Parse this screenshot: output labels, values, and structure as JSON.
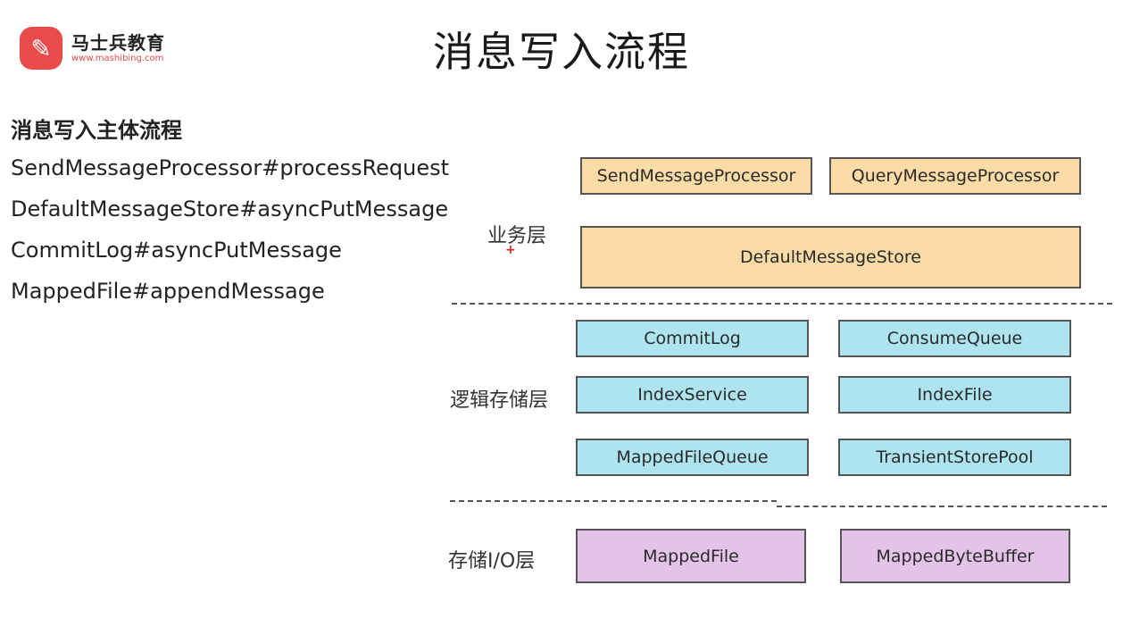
{
  "logo": {
    "mark": "✎",
    "name": "马士兵教育",
    "url": "www.mashibing.com"
  },
  "title": "消息写入流程",
  "flow": {
    "heading": "消息写入主体流程",
    "items": [
      "SendMessageProcessor#processRequest",
      "DefaultMessageStore#asyncPutMessage",
      "CommitLog#asyncPutMessage",
      "MappedFile#appendMessage"
    ]
  },
  "layers": {
    "business": {
      "label": "业务层",
      "boxes": [
        "SendMessageProcessor",
        "QueryMessageProcessor",
        "DefaultMessageStore"
      ]
    },
    "logic": {
      "label": "逻辑存储层",
      "boxes": [
        "CommitLog",
        "ConsumeQueue",
        "IndexService",
        "IndexFile",
        "MappedFileQueue",
        "TransientStorePool"
      ]
    },
    "io": {
      "label": "存储I/O层",
      "boxes": [
        "MappedFile",
        "MappedByteBuffer"
      ]
    }
  },
  "colors": {
    "business": "#fbdba6",
    "logic": "#aee3f0",
    "io": "#e3c4e8",
    "brand": "#e94b4b"
  },
  "cursor_mark": "+"
}
